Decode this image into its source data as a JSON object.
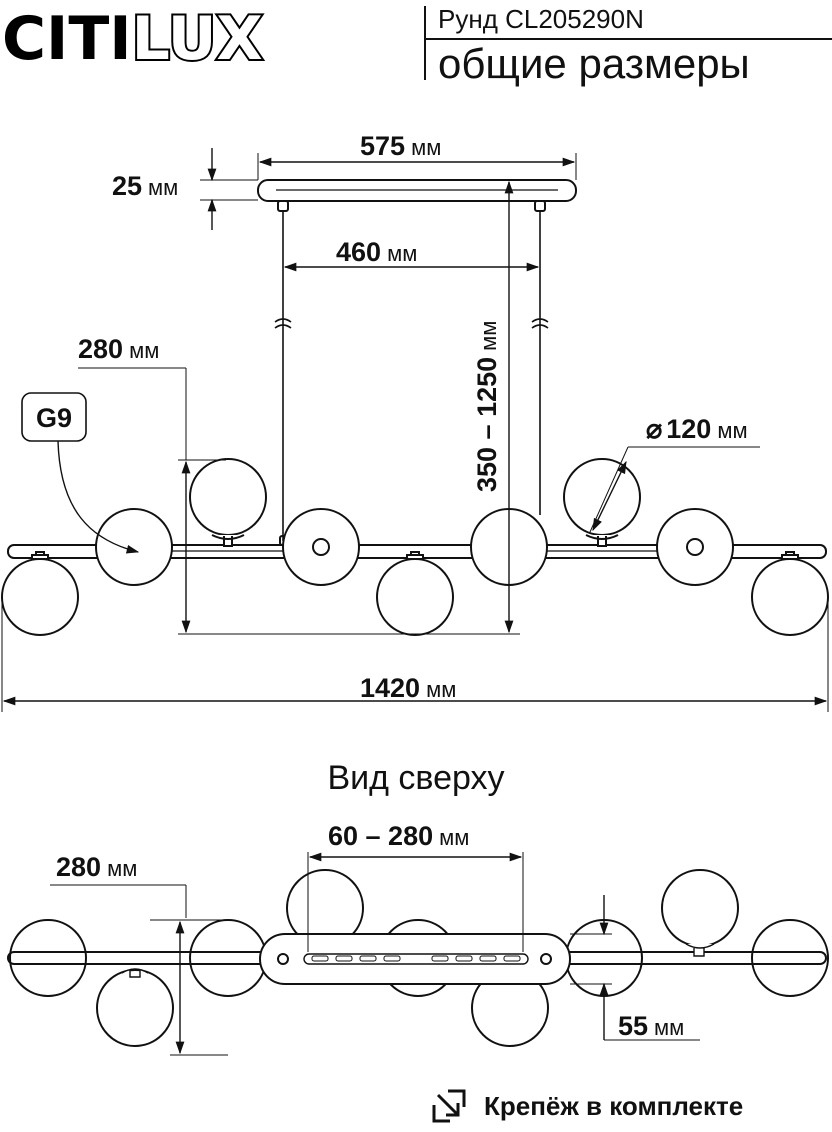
{
  "brand": {
    "logo_left": "CITI",
    "logo_right": "LUX"
  },
  "header": {
    "model": "Рунд CL205290N",
    "subtitle": "общие размеры"
  },
  "front_view": {
    "canopy_width": {
      "value": "575",
      "unit": "мм"
    },
    "canopy_height": {
      "value": "25",
      "unit": "мм"
    },
    "cable_spacing": {
      "value": "460",
      "unit": "мм"
    },
    "shade_drop": {
      "value": "280",
      "unit": "мм"
    },
    "socket_type": "G9",
    "height_range": {
      "value": "350 – 1250",
      "unit": "мм"
    },
    "globe_diameter": {
      "symbol": "⌀",
      "value": "120",
      "unit": "мм"
    },
    "total_length": {
      "value": "1420",
      "unit": "мм"
    }
  },
  "top_view": {
    "title": "Вид сверху",
    "mount_range": {
      "value": "60 – 280",
      "unit": "мм"
    },
    "depth": {
      "value": "280",
      "unit": "мм"
    },
    "bar_width": {
      "value": "55",
      "unit": "мм"
    }
  },
  "footer": {
    "icon": "mounting-included-icon",
    "text": "Крепёж в комплекте"
  }
}
